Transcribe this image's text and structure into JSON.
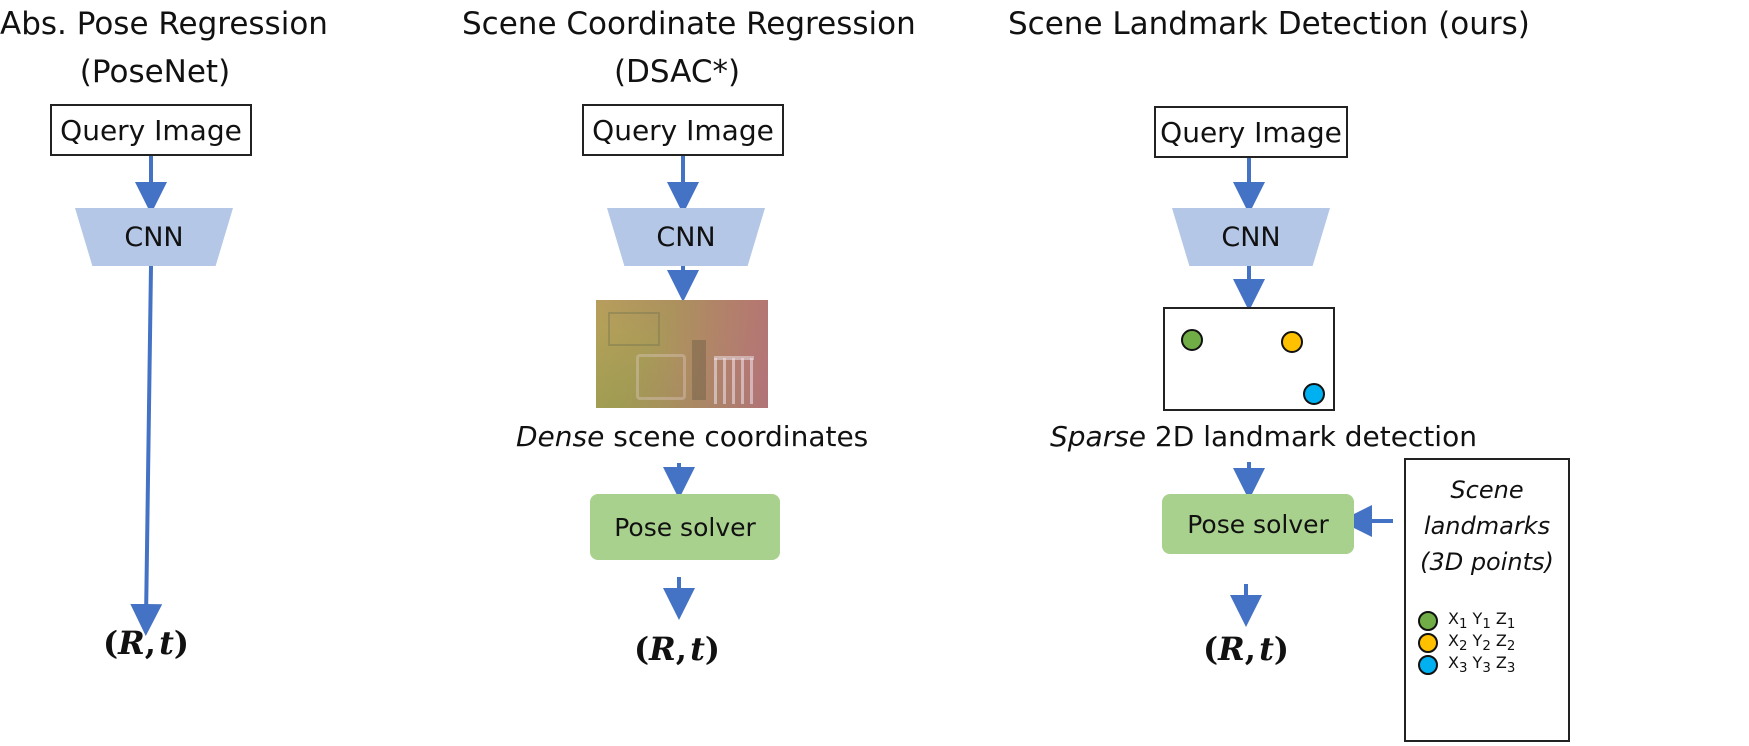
{
  "colors": {
    "cnn_fill": "#b4c7e7",
    "solver_fill": "#a9d18e",
    "arrow": "#4472c4",
    "landmark_green": "#70ad47",
    "landmark_orange": "#ffc000",
    "landmark_blue": "#00b0f0"
  },
  "columns": {
    "posenet": {
      "title_line1": "Abs. Pose Regression",
      "title_line2": "(PoseNet)",
      "input": "Query Image",
      "network": "CNN",
      "output_R": "R",
      "output_t": "t"
    },
    "dsac": {
      "title_line1": "Scene Coordinate Regression",
      "title_line2": "(DSAC*)",
      "input": "Query Image",
      "network": "CNN",
      "map_caption_emph": "Dense",
      "map_caption_rest": " scene coordinates",
      "solver": "Pose solver",
      "output_R": "R",
      "output_t": "t"
    },
    "landmark": {
      "title_line1": "Scene Landmark Detection (ours)",
      "input": "Query Image",
      "network": "CNN",
      "detection_caption_emph": "Sparse",
      "detection_caption_rest": " 2D landmark detection",
      "solver": "Pose solver",
      "output_R": "R",
      "output_t": "t",
      "legend": {
        "title_line1": "Scene",
        "title_line2": "landmarks",
        "title_line3": "(3D points)",
        "items": [
          {
            "x": "X",
            "y": "Y",
            "z": "Z",
            "sub": "1",
            "color": "#70ad47"
          },
          {
            "x": "X",
            "y": "Y",
            "z": "Z",
            "sub": "2",
            "color": "#ffc000"
          },
          {
            "x": "X",
            "y": "Y",
            "z": "Z",
            "sub": "3",
            "color": "#00b0f0"
          }
        ]
      }
    }
  }
}
